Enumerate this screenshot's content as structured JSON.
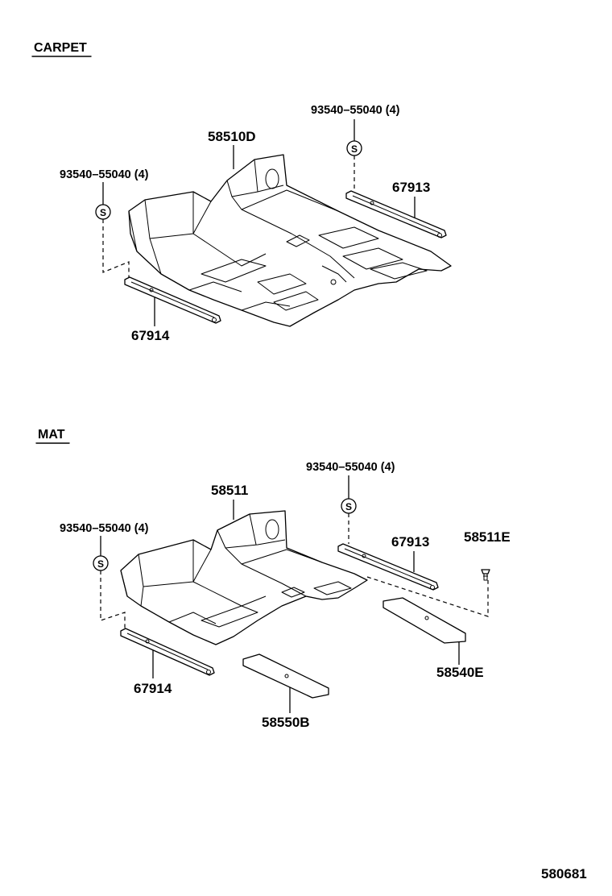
{
  "sections": {
    "carpet": {
      "title": "CARPET",
      "parts": {
        "main": "58510D",
        "fastener_right": "93540–55040 (4)",
        "fastener_left": "93540–55040 (4)",
        "plate_right": "67913",
        "plate_left": "67914",
        "fastener_symbol_right": "S",
        "fastener_symbol_left": "S"
      }
    },
    "mat": {
      "title": "MAT",
      "parts": {
        "main": "58511",
        "fastener_right": "93540–55040 (4)",
        "fastener_left": "93540–55040 (4)",
        "plate_right": "67913",
        "plate_left": "67914",
        "clip": "58511E",
        "pad_right": "58540E",
        "pad_center": "58550B",
        "fastener_symbol_right": "S",
        "fastener_symbol_left": "S"
      }
    }
  },
  "diagram_id": "580681"
}
